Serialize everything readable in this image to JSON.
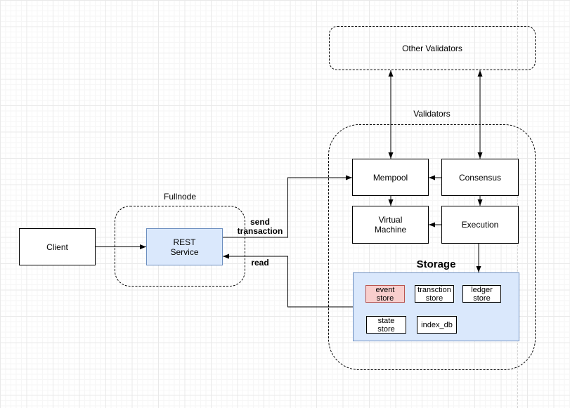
{
  "containers": {
    "other_validators": {
      "label": "Other Validators"
    },
    "validators": {
      "label": "Validators"
    },
    "fullnode": {
      "label": "Fullnode"
    },
    "storage": {
      "label": "Storage",
      "fill": "#dae8fc",
      "border": "#6c8ebf"
    }
  },
  "nodes": {
    "client": {
      "label": "Client"
    },
    "rest_service": {
      "label": "REST\nService",
      "fill": "#dae8fc",
      "border": "#6c8ebf"
    },
    "mempool": {
      "label": "Mempool"
    },
    "consensus": {
      "label": "Consensus"
    },
    "virtual_machine": {
      "label": "Virtual\nMachine"
    },
    "execution": {
      "label": "Execution"
    },
    "event_store": {
      "label": "event\nstore",
      "fill": "#f8cecc",
      "border": "#b85450"
    },
    "transction_store": {
      "label": "transction\nstore"
    },
    "ledger_store": {
      "label": "ledger\nstore"
    },
    "state_store": {
      "label": "state\nstore"
    },
    "index_db": {
      "label": "index_db"
    }
  },
  "edge_labels": {
    "send_transaction": "send\ntransaction",
    "read": "read"
  },
  "colors": {
    "line": "#000000",
    "grid_major": "#e9e9e9",
    "grid_minor": "#f6f6f6",
    "page_border": "#d4d4d4"
  }
}
